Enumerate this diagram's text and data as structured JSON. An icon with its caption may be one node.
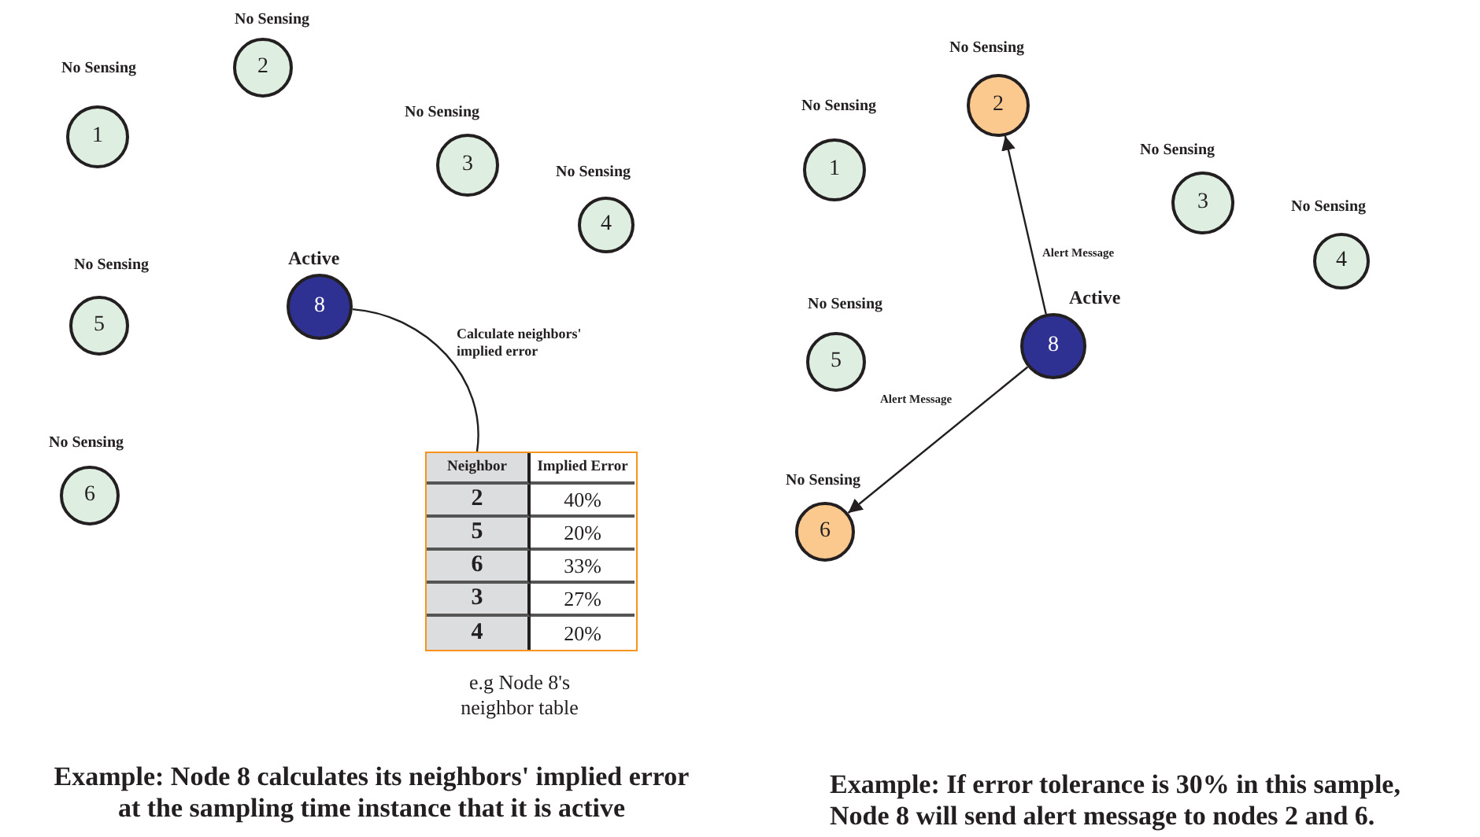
{
  "diagram": {
    "nodes": [
      {
        "text": [
          "1"
        ],
        "beside": [
          "No Sensing"
        ]
      },
      {
        "text": [
          "2"
        ],
        "beside": [
          "No Sensing"
        ]
      },
      {
        "text": [
          "3"
        ],
        "beside": [
          "No Sensing"
        ]
      },
      {
        "text": [
          "4"
        ],
        "beside": [
          "No Sensing"
        ]
      },
      {
        "text": [
          "5"
        ],
        "beside": [
          "No Sensing"
        ]
      },
      {
        "text": [
          "6"
        ],
        "beside": [
          "No Sensing"
        ]
      },
      {
        "text": [
          "8"
        ],
        "beside": [
          "Active"
        ]
      },
      {
        "text": [],
        "shape": "box",
        "beside": [
          "e.g Node 8's neighbor table"
        ]
      },
      {
        "text": [
          "1"
        ],
        "beside": [
          "No Sensing"
        ]
      },
      {
        "text": [
          "2"
        ],
        "beside": [
          "No Sensing"
        ]
      },
      {
        "text": [
          "3"
        ],
        "beside": [
          "No Sensing"
        ]
      },
      {
        "text": [
          "4"
        ],
        "beside": [
          "No Sensing"
        ]
      },
      {
        "text": [
          "5"
        ],
        "beside": [
          "No Sensing"
        ]
      },
      {
        "text": [
          "6"
        ],
        "beside": [
          "No Sensing"
        ]
      },
      {
        "text": [
          "8"
        ],
        "beside": [
          "Active"
        ]
      }
    ],
    "edges": [
      {
        "from": 6,
        "to": 7,
        "arrow": "none",
        "label": "Calculate neighbors' implied error"
      },
      {
        "from": 14,
        "to": 9,
        "arrow": "to",
        "label": "Alert Message"
      },
      {
        "from": 14,
        "to": 13,
        "arrow": "to",
        "label": "Alert Message"
      }
    ],
    "labels": [
      "Neighbor",
      "Implied Error",
      "2",
      "40%",
      "5",
      "20%",
      "6",
      "33%",
      "3",
      "27%",
      "4",
      "20%",
      "Example: Node 8 calculates its neighbors' implied error at the sampling time instance that it is active",
      "Example:  If error tolerance is 30% in this sample, Node 8 will send alert message to nodes 2 and 6."
    ]
  }
}
